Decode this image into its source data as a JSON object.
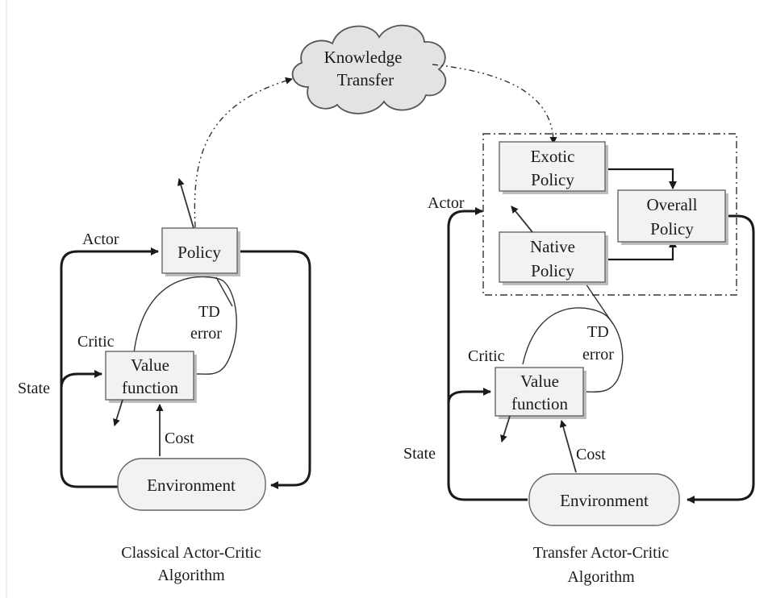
{
  "cloud": {
    "line1": "Knowledge",
    "line2": "Transfer"
  },
  "left": {
    "policy": "Policy",
    "actor": "Actor",
    "critic": "Critic",
    "td_line1": "TD",
    "td_line2": "error",
    "value_line1": "Value",
    "value_line2": "function",
    "state": "State",
    "cost": "Cost",
    "environment": "Environment",
    "caption_line1": "Classical Actor-Critic",
    "caption_line2": "Algorithm"
  },
  "right": {
    "exotic_line1": "Exotic",
    "exotic_line2": "Policy",
    "overall_line1": "Overall",
    "overall_line2": "Policy",
    "native_line1": "Native",
    "native_line2": "Policy",
    "actor": "Actor",
    "critic": "Critic",
    "td_line1": "TD",
    "td_line2": "error",
    "value_line1": "Value",
    "value_line2": "function",
    "state": "State",
    "cost": "Cost",
    "environment": "Environment",
    "caption_line1": "Transfer Actor-Critic",
    "caption_line2": "Algorithm"
  }
}
